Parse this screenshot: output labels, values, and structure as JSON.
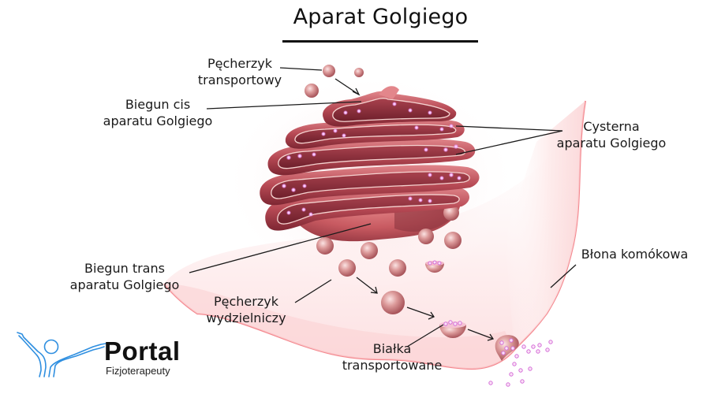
{
  "title": "Aparat Golgiego",
  "labels": {
    "transport_vesicle": {
      "line1": "Pęcherzyk",
      "line2": "transportowy"
    },
    "cis_pole": {
      "line1": "Biegun cis",
      "line2": "aparatu Golgiego"
    },
    "cisterna": {
      "line1": "Cysterna",
      "line2": "aparatu Golgiego"
    },
    "trans_pole": {
      "line1": "Biegun trans",
      "line2": "aparatu Golgiego"
    },
    "secretory_vesicle": {
      "line1": "Pęcherzyk",
      "line2": "wydzielniczy"
    },
    "cell_membrane": {
      "line1": "Błona komókowa"
    },
    "transported_proteins": {
      "line1": "Białka",
      "line2": "transportowane"
    }
  },
  "logo": {
    "icon": "person-arms-raised-icon",
    "word": "Portal",
    "subtitle": "Fizjoterapeuty",
    "color": "#2f8fe0"
  },
  "colors": {
    "golgi_base": "#c9575f",
    "golgi_dark": "#8e2e39",
    "golgi_light": "#f3b3b3",
    "vesicle": "#d58a8a",
    "protein_dot": "#e27be8",
    "cell_fill": "#fde3e3",
    "membrane_edge": "#f07c84",
    "leader_line": "#1a1a1a"
  }
}
